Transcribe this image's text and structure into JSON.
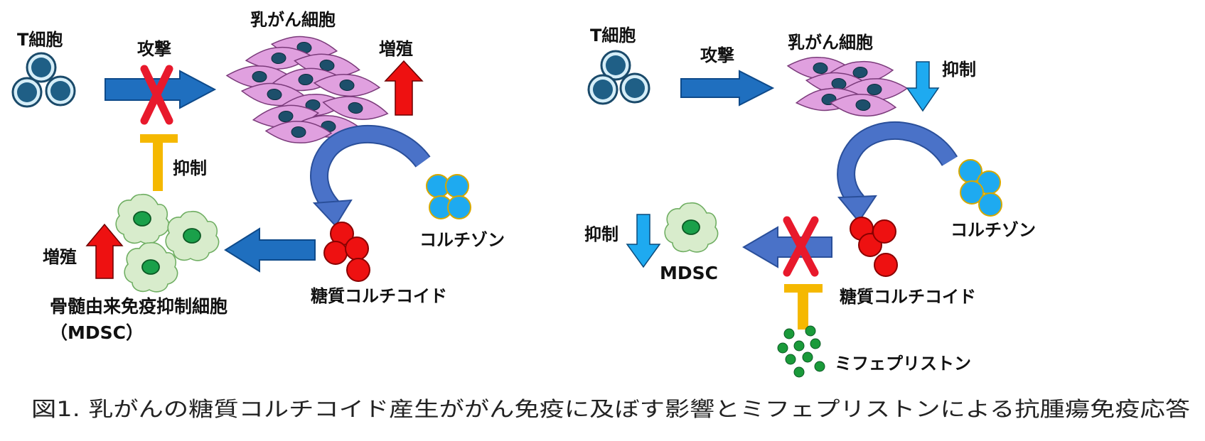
{
  "left_panel": {
    "t_cell_label": "T細胞",
    "attack_label": "攻撃",
    "cancer_cell_label": "乳がん細胞",
    "proliferation_label": "増殖",
    "suppression_label": "抑制",
    "cortisone_label": "コルチゾン",
    "glucocorticoid_label": "糖質コルチコイド",
    "mdsc_proliferation_label": "増殖",
    "mdsc_label_line1": "骨髄由来免疫抑制細胞",
    "mdsc_label_line2": "（MDSC）"
  },
  "right_panel": {
    "t_cell_label": "T細胞",
    "attack_label": "攻撃",
    "cancer_cell_label": "乳がん細胞",
    "cancer_suppression_label": "抑制",
    "cortisone_label": "コルチゾン",
    "mdsc_suppression_label": "抑制",
    "mdsc_label": "MDSC",
    "glucocorticoid_label": "糖質コルチコイド",
    "mifepristone_label": "ミフェプリストン"
  },
  "caption": "図1. 乳がんの糖質コルチコイド産生ががん免疫に及ぼす影響とミフェプリストンによる抗腫瘍免疫応答",
  "colors": {
    "t_cell": "#1f5f86",
    "cancer_cell": "#e0a0df",
    "blue_arrow": "#1f6fbf",
    "red_up_arrow": "#ee1111",
    "inhibit_bar": "#f5b800",
    "cross": "#e8192c",
    "cortisone": "#1eaaf0",
    "glucocorticoid": "#ee1111",
    "mifepristone": "#1a9a3a",
    "mdsc": "#d8eccc",
    "light_blue_down_arrow": "#1eaaf0",
    "curved_arrow": "#4a72c8"
  }
}
